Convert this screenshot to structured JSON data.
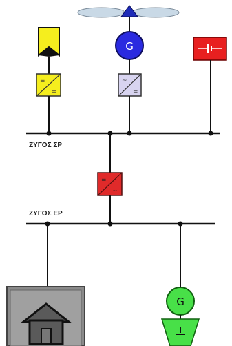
{
  "buses": {
    "dc_bus_label": "ΖΥΓΟΣ ΣΡ",
    "ac_bus_label": "ΖΥΓΟΣ ΕΡ"
  },
  "components": {
    "pv": {
      "name": "pv-panel"
    },
    "wind": {
      "name": "wind-turbine"
    },
    "generator_label": "G",
    "battery": {
      "name": "battery"
    },
    "house": {
      "name": "house-load"
    },
    "diesel_generator_label": "G"
  },
  "colors": {
    "line": "#111111",
    "pv": "#f5ee1e",
    "wind_gen": "#2a2ae0",
    "converter_dcdc_top": "#d8d4f0",
    "converter_inverter": "#e02a2a",
    "battery": "#e82020",
    "house_bg": "#8a8a8a",
    "diesel_gen": "#48e048"
  }
}
